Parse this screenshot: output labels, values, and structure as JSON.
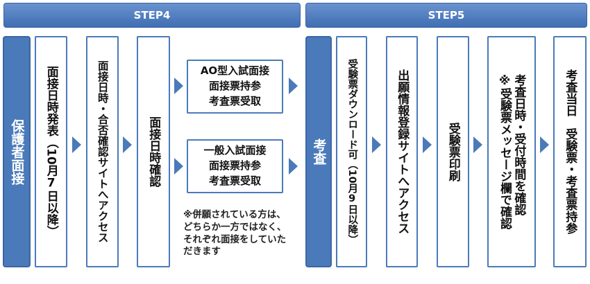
{
  "steps": {
    "step4": {
      "label": "STEP4"
    },
    "step5": {
      "label": "STEP5"
    }
  },
  "nodes": {
    "guardian_interview": "保護者面接",
    "interview_announcement": {
      "text": "面接日時発表",
      "paren_open": "（",
      "month": "10",
      "month_unit": "月",
      "day": "7",
      "day_unit": "日以降",
      "paren_close": "）"
    },
    "access_site": "面接日時・合否確認サイトへアクセス",
    "confirm_interview": "面接日時確認",
    "ao_interview": {
      "line1": "AO型入試面接",
      "line2": "面接票持参",
      "line3": "考査票受取"
    },
    "general_interview": {
      "line1": "一般入試面接",
      "line2": "面接票持参",
      "line3": "考査票受取"
    },
    "note": {
      "line1": "※併願されている方は、",
      "line2": "どちらか一方ではなく、",
      "line3": "それぞれ面接をしていた",
      "line4": "だきます"
    },
    "exam": "考査",
    "ticket_download": {
      "text": "受験票ダウンロード可",
      "paren_open": "（",
      "month": "10",
      "month_unit": "月",
      "day": "9",
      "day_unit": "日以降",
      "paren_close": "）"
    },
    "registration_access": "出願情報登録サイトへアクセス",
    "print_ticket": "受験票印刷",
    "check_time": {
      "line1": "考査日時・受付時間を確認",
      "line2": "※受験票メッセージ欄で確認"
    },
    "exam_day": {
      "line1": "考査当日",
      "line2": "受験票・考査票持参"
    }
  },
  "colors": {
    "accent": "#4a7ab9",
    "banner": "#5180c1",
    "text": "#111111"
  }
}
